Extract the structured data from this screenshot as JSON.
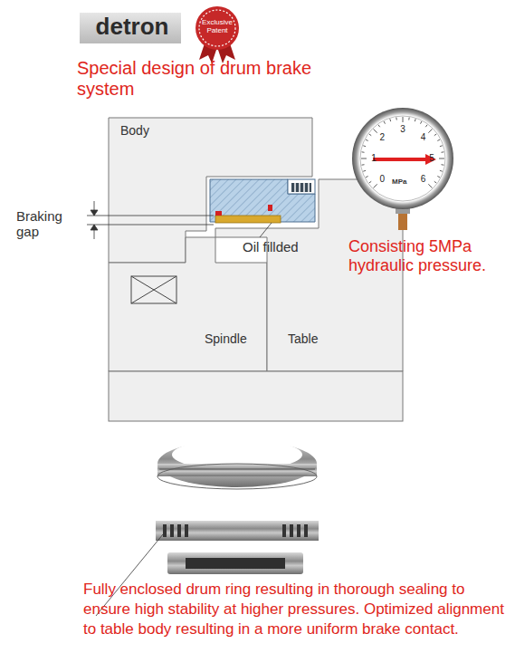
{
  "diagram": {
    "title": "Special design of drum brake system",
    "caption": "Fully enclosed drum ring resulting in thorough sealing to ensure high stability at higher pressures. Optimized alignment to table body resulting in a more uniform brake contact.",
    "labels": [
      "detron",
      "Exclusive Patent",
      "Body",
      "Braking gap",
      "Oil fillded",
      "Spindle",
      "Table",
      "0",
      "1",
      "2",
      "3",
      "4",
      "5",
      "6",
      "MPa",
      "Consisting 5MPa hydraulic pressure."
    ]
  }
}
